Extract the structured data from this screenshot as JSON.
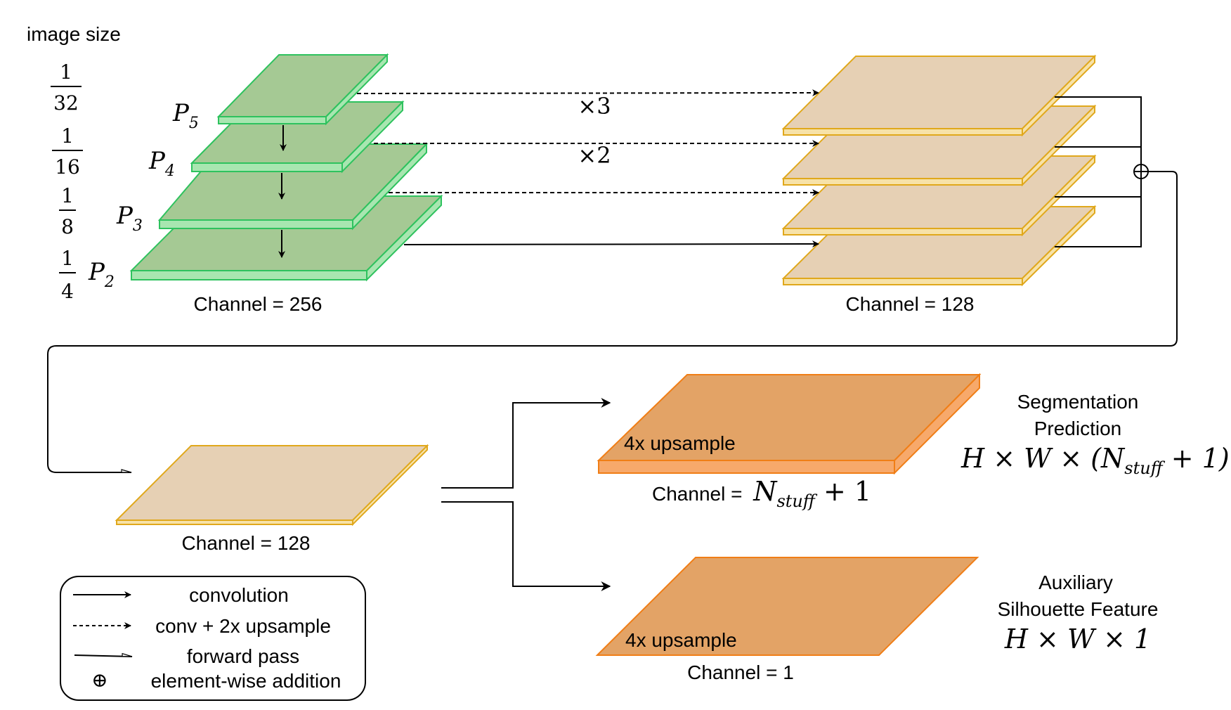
{
  "image_size_label": "image size",
  "fractions": [
    {
      "num": "1",
      "den": "32"
    },
    {
      "num": "1",
      "den": "16"
    },
    {
      "num": "1",
      "den": "8"
    },
    {
      "num": "1",
      "den": "4"
    }
  ],
  "pyramid_labels": [
    {
      "base": "P",
      "sub": "5"
    },
    {
      "base": "P",
      "sub": "4"
    },
    {
      "base": "P",
      "sub": "3"
    },
    {
      "base": "P",
      "sub": "2"
    }
  ],
  "left_channel": "Channel = 256",
  "right_channel": "Channel = 128",
  "upsample_x3": "×3",
  "upsample_x2": "×2",
  "merged_channel": "Channel = 128",
  "seg_head": {
    "upsample": "4x upsample",
    "channel_prefix": "Channel = ",
    "channel_formula": {
      "base": "N",
      "sub": "stuff",
      "rest": " + 1"
    },
    "title_line1": "Segmentation",
    "title_line2": "Prediction",
    "shape_formula": {
      "pre": "H × W × (N",
      "sub": "stuff",
      "post": " + 1)"
    }
  },
  "aux_head": {
    "upsample": "4x upsample",
    "channel": "Channel = 1",
    "title_line1": "Auxiliary",
    "title_line2": "Silhouette Feature",
    "shape_formula": "H × W × 1"
  },
  "legend": {
    "convolution": "convolution",
    "conv_upsample": "conv + 2x upsample",
    "forward_pass": "forward pass",
    "addition_symbol": "⊕",
    "addition": "element-wise addition"
  },
  "colors": {
    "green_fill": "#a5c994",
    "green_stroke": "#2ec25e",
    "green_side": "#a8e6b0",
    "tan_fill": "#e6d0b4",
    "tan_stroke": "#e0a81c",
    "tan_side": "#f7e2a8",
    "orange_fill": "#e3a366",
    "orange_stroke": "#f07e16",
    "orange_side": "#f7a96b"
  }
}
